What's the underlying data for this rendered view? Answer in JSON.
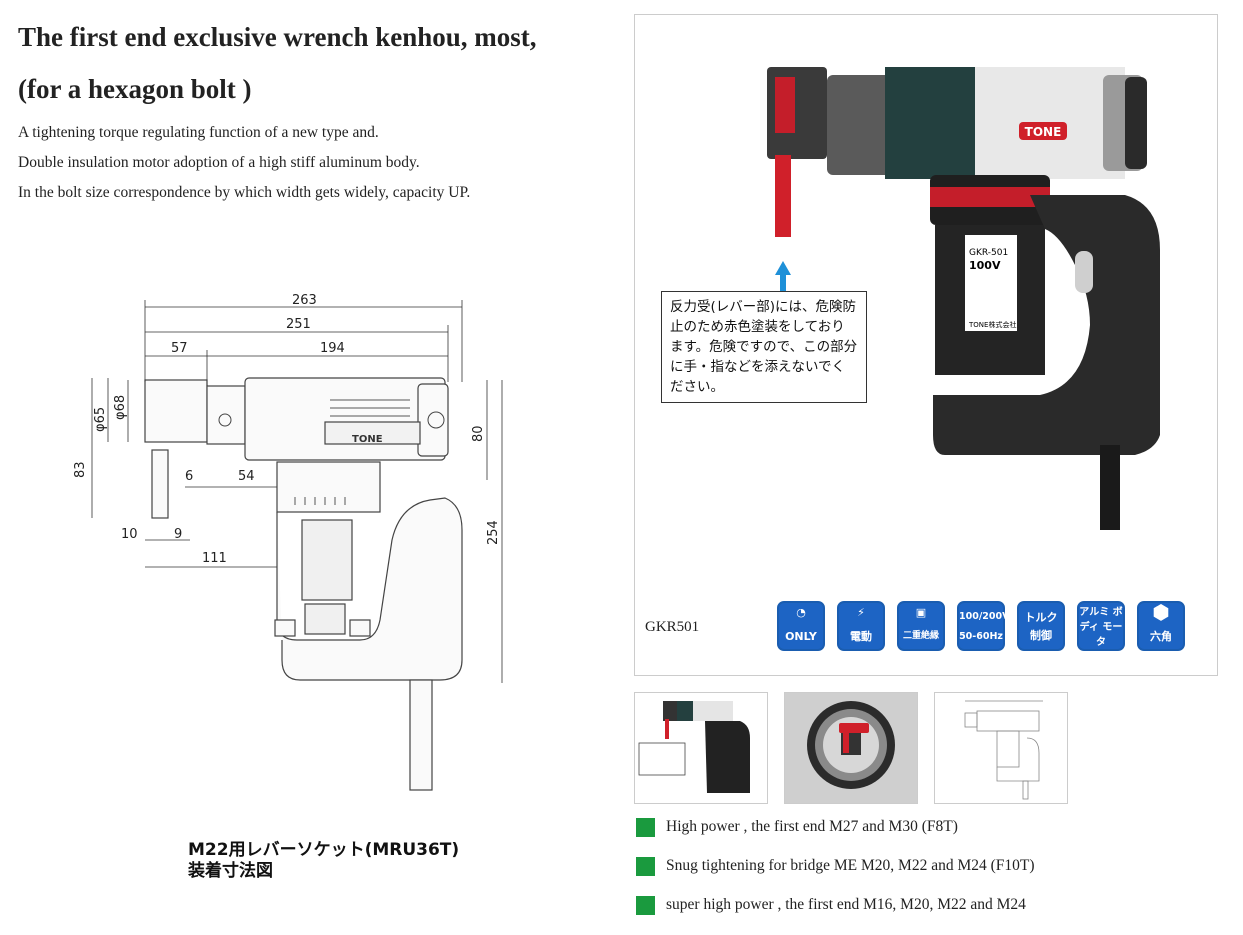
{
  "heading": {
    "line1": "The first end exclusive wrench kenhou, most,",
    "line2": "(for a hexagon bolt )"
  },
  "description": [
    "A tightening torque regulating function of a new type and.",
    "Double insulation motor adoption of a high stiff aluminum body.",
    "In the bolt size correspondence by which width gets widely, capacity UP."
  ],
  "dimension_drawing": {
    "dimensions": [
      "263",
      "251",
      "57",
      "194",
      "φ65",
      "φ68",
      "83",
      "6",
      "54",
      "80",
      "10",
      "9",
      "111",
      "254"
    ],
    "brand": "TONE"
  },
  "caption": {
    "line1": "M22用レバーソケット(MRU36T)",
    "line2": "装着寸法図"
  },
  "product_image": {
    "brand": "TONE",
    "model_plate": "GKR-501",
    "voltage_plate": "100V",
    "maker": "TONE株式会社",
    "warning_text": "反力受(レバー部)には、危険防止のため赤色塗装をしております。危険ですので、この部分に手・指などを添えないでください。",
    "model_label": "GKR501"
  },
  "badges": [
    {
      "icon": "only-icon",
      "text": "ONLY"
    },
    {
      "icon": "lightning-icon",
      "text": "電動"
    },
    {
      "icon": "double-square-icon",
      "text": "二重絶縁"
    },
    {
      "icon": "voltage-icon",
      "text": "100/200V 50-60Hz"
    },
    {
      "icon": "torque-icon",
      "text": "トルク 制御"
    },
    {
      "icon": "aluminum-icon",
      "text": "アルミ ボディ モータ"
    },
    {
      "icon": "hexagon-icon",
      "text": "六角"
    }
  ],
  "features": [
    "High power , the first end M27 and M30 (F8T)",
    "Snug tightening for bridge ME M20, M22 and M24 (F10T)",
    "super high power , the first end M16, M20, M22 and M24"
  ],
  "colors": {
    "accent_green": "#1a9a3e",
    "badge_blue": "#1d64c4",
    "tone_red": "#d0202a"
  }
}
